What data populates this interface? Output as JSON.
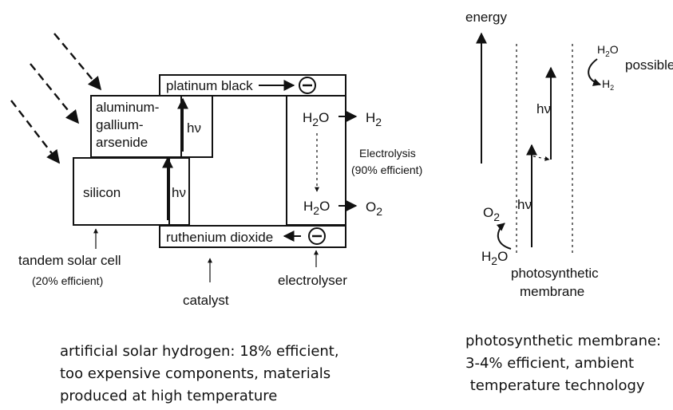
{
  "left_diagram": {
    "platinum_black": "platinum black",
    "aluminum_line1": "aluminum-",
    "aluminum_line2": "gallium-",
    "aluminum_line3": "arsenide",
    "silicon": "silicon",
    "hv_top": "hν",
    "hv_bottom": "hν",
    "water_top": "H",
    "water_top_sub": "2",
    "water_top_o": "O",
    "hydrogen": "H",
    "hydrogen_sub": "2",
    "water_bottom": "H",
    "water_bottom_sub": "2",
    "water_bottom_o": "O",
    "oxygen": "O",
    "oxygen_sub": "2",
    "electrolysis": "Electrolysis",
    "electrolysis_eff": "(90% efficient)",
    "ruthenium": "ruthenium dioxide",
    "tandem": "tandem solar cell",
    "tandem_eff": "(20% efficient)",
    "catalyst": "catalyst",
    "electrolyser": "electrolyser"
  },
  "right_diagram": {
    "energy": "energy",
    "water_top": "H",
    "water_top_sub": "2",
    "water_top_o": "O",
    "possible": "possible",
    "h2": "H",
    "h2_sub": "2",
    "hv_top": "hν",
    "hv_bottom": "hν",
    "o2": "O",
    "o2_sub": "2",
    "water_bottom": "H",
    "water_bottom_sub": "2",
    "water_bottom_o": "O",
    "membrane_line1": "photosynthetic",
    "membrane_line2": "membrane"
  },
  "captions": {
    "left_line1": "artificial solar hydrogen: 18% efficient,",
    "left_line2": "too expensive components, materials",
    "left_line3": "produced  at high temperature",
    "right_line1": "photosynthetic membrane:",
    "right_line2": "3-4% efficient, ambient",
    "right_line3": " temperature technology"
  }
}
